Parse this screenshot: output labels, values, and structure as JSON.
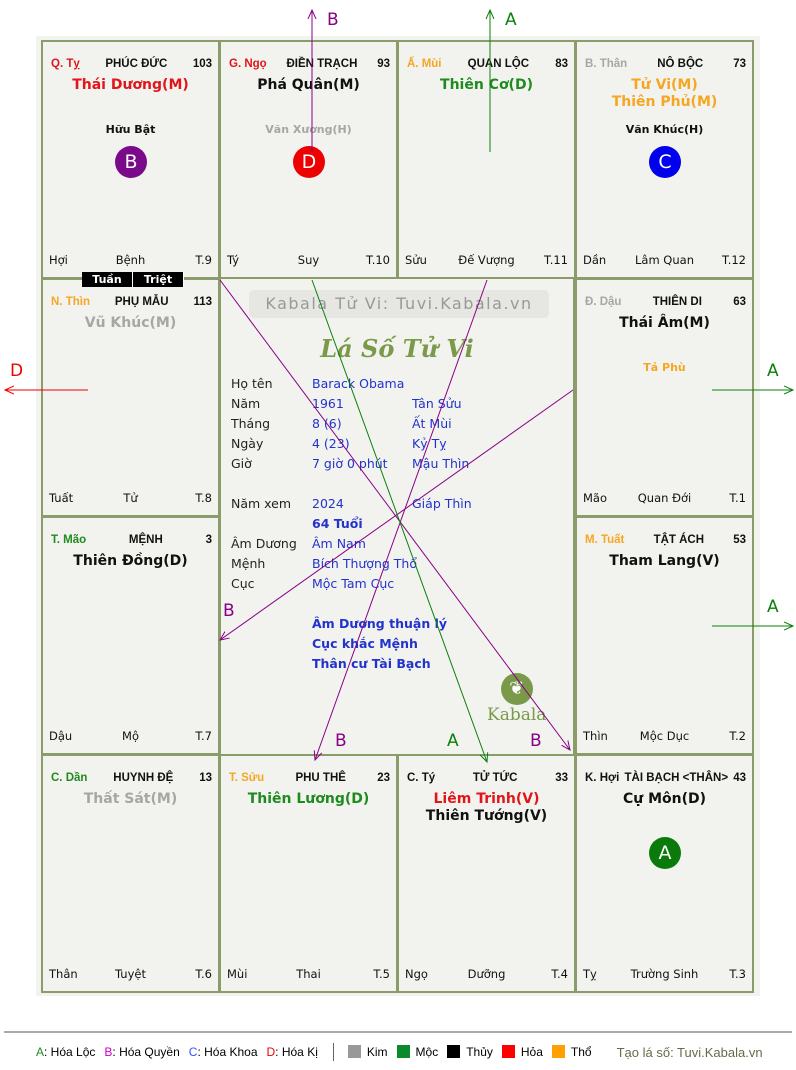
{
  "cells": [
    {
      "branch": "Q. Tỵ",
      "branch_color": "#e0161b",
      "palace": "PHÚC ĐỨC",
      "number": "103",
      "mains": [
        {
          "text": "Thái Dương(M)",
          "color": "#e0161b"
        }
      ],
      "minors": [
        {
          "text": "Hữu Bật",
          "color": "#111111"
        }
      ],
      "badge": {
        "letter": "B",
        "color": "#7a0a8a"
      },
      "bottom": [
        "Hợi",
        "Bệnh",
        "T.9"
      ]
    },
    {
      "branch": "G. Ngọ",
      "branch_color": "#e0161b",
      "palace": "ĐIỀN TRẠCH",
      "number": "93",
      "mains": [
        {
          "text": "Phá Quân(M)",
          "color": "#111111"
        }
      ],
      "minors": [
        {
          "text": "Văn Xương(H)",
          "color": "#a6a6a6"
        }
      ],
      "badge": {
        "letter": "D",
        "color": "#ee0000"
      },
      "bottom": [
        "Tý",
        "Suy",
        "T.10"
      ]
    },
    {
      "branch": "Ấ. Mùi",
      "branch_color": "#f5a623",
      "palace": "QUAN LỘC",
      "number": "83",
      "mains": [
        {
          "text": "Thiên Cơ(D)",
          "color": "#1f8a1f"
        }
      ],
      "minors": [],
      "badge": null,
      "bottom": [
        "Sửu",
        "Đế Vượng",
        "T.11"
      ]
    },
    {
      "branch": "B. Thân",
      "branch_color": "#a6a6a6",
      "palace": "NÔ BỘC",
      "number": "73",
      "mains": [
        {
          "text": "Tử Vi(M)",
          "color": "#f5a623"
        },
        {
          "text": "Thiên Phủ(M)",
          "color": "#f5a623"
        }
      ],
      "minors": [
        {
          "text": "Văn Khúc(H)",
          "color": "#111111"
        }
      ],
      "badge": {
        "letter": "C",
        "color": "#0000ee"
      },
      "bottom": [
        "Dần",
        "Lâm Quan",
        "T.12"
      ]
    },
    {
      "branch": "N. Thìn",
      "branch_color": "#f5a623",
      "palace": "PHỤ MẪU",
      "number": "113",
      "mains": [
        {
          "text": "Vũ Khúc(M)",
          "color": "#a6a6a6"
        }
      ],
      "minors": [],
      "badge": null,
      "bottom": [
        "Tuất",
        "Tử",
        "T.8"
      ]
    },
    {
      "branch": "Đ. Dậu",
      "branch_color": "#a6a6a6",
      "palace": "THIÊN DI",
      "number": "63",
      "mains": [
        {
          "text": "Thái Âm(M)",
          "color": "#111111"
        }
      ],
      "minors": [
        {
          "text": "Tả Phù",
          "color": "#f5a623"
        }
      ],
      "badge": null,
      "bottom": [
        "Mão",
        "Quan Đới",
        "T.1"
      ]
    },
    {
      "branch": "T. Mão",
      "branch_color": "#1f8a1f",
      "palace": "MỆNH",
      "number": "3",
      "mains": [
        {
          "text": "Thiên Đồng(D)",
          "color": "#111111"
        }
      ],
      "minors": [],
      "badge": null,
      "bottom": [
        "Dậu",
        "Mộ",
        "T.7"
      ]
    },
    {
      "branch": "M. Tuất",
      "branch_color": "#f5a623",
      "palace": "TẬT ÁCH",
      "number": "53",
      "mains": [
        {
          "text": "Tham Lang(V)",
          "color": "#111111"
        }
      ],
      "minors": [],
      "badge": null,
      "bottom": [
        "Thìn",
        "Mộc Dục",
        "T.2"
      ]
    },
    {
      "branch": "C. Dần",
      "branch_color": "#1f8a1f",
      "palace": "HUYNH ĐỆ",
      "number": "13",
      "mains": [
        {
          "text": "Thất Sát(M)",
          "color": "#a6a6a6"
        }
      ],
      "minors": [],
      "badge": null,
      "bottom": [
        "Thân",
        "Tuyệt",
        "T.6"
      ]
    },
    {
      "branch": "T. Sửu",
      "branch_color": "#f5a623",
      "palace": "PHU THÊ",
      "number": "23",
      "mains": [
        {
          "text": "Thiên Lương(D)",
          "color": "#1f8a1f"
        }
      ],
      "minors": [],
      "badge": null,
      "bottom": [
        "Mùi",
        "Thai",
        "T.5"
      ]
    },
    {
      "branch": "C. Tý",
      "branch_color": "#111111",
      "palace": "TỬ TỨC",
      "number": "33",
      "mains": [
        {
          "text": "Liêm Trinh(V)",
          "color": "#e0161b"
        },
        {
          "text": "Thiên Tướng(V)",
          "color": "#111111"
        }
      ],
      "minors": [],
      "badge": null,
      "bottom": [
        "Ngọ",
        "Dưỡng",
        "T.4"
      ]
    },
    {
      "branch": "K. Hợi",
      "branch_color": "#111111",
      "palace": "TÀI BẠCH <THÂN>",
      "number": "43",
      "mains": [
        {
          "text": "Cự Môn(D)",
          "color": "#111111"
        }
      ],
      "minors": [],
      "badge": {
        "letter": "A",
        "color": "#0a7a0a"
      },
      "bottom": [
        "Tỵ",
        "Trường Sinh",
        "T.3"
      ]
    }
  ],
  "tags": [
    "Tuần",
    "Triệt"
  ],
  "center": {
    "watermark": "Kabala Tử Vi: Tuvi.Kabala.vn",
    "title": "Lá Số Tử Vi",
    "rows": [
      {
        "k": "Họ tên",
        "v": "Barack Obama",
        "v2": ""
      },
      {
        "k": "Năm",
        "v": "1961",
        "v2": "Tân Sửu"
      },
      {
        "k": "Tháng",
        "v": "8  (6)",
        "v2": "Ất Mùi"
      },
      {
        "k": "Ngày",
        "v": "4  (23)",
        "v2": "Kỷ Tỵ"
      },
      {
        "k": "Giờ",
        "v": "7 giờ 0 phút",
        "v2": "Mậu Thìn"
      },
      {
        "k": "",
        "v": "",
        "v2": ""
      },
      {
        "k": "Năm xem",
        "v": "2024",
        "v2": "Giáp Thìn"
      },
      {
        "k": "",
        "v": "64 Tuổi",
        "v2": "",
        "bold": true
      },
      {
        "k": "Âm Dương",
        "v": "Âm Nam",
        "v2": ""
      },
      {
        "k": "Mệnh",
        "v": "Bích Thượng Thổ",
        "v2": ""
      },
      {
        "k": "Cục",
        "v": "Mộc Tam Cục",
        "v2": ""
      },
      {
        "k": "",
        "v": "",
        "v2": ""
      },
      {
        "k": "",
        "v": "Âm Dương thuận lý",
        "v2": "",
        "bold": true
      },
      {
        "k": "",
        "v": "Cục khắc Mệnh",
        "v2": "",
        "bold": true
      },
      {
        "k": "",
        "v": "Thân cư Tài Bạch",
        "v2": "",
        "bold": true
      }
    ],
    "logo_text": "Kabala"
  },
  "arrow_labels": {
    "top_b": "B",
    "top_a": "A",
    "left_d": "D",
    "right_a1": "A",
    "right_a2": "A",
    "diag_b1": "B",
    "diag_b2": "B",
    "diag_b3": "B",
    "diag_a": "A"
  },
  "legend": {
    "transforms": [
      {
        "key": "A",
        "label": ": Hóa Lộc",
        "color": "#1f8a1f"
      },
      {
        "key": "B",
        "label": ": Hóa Quyền",
        "color": "#cc00cc"
      },
      {
        "key": "C",
        "label": ": Hóa Khoa",
        "color": "#3355ff"
      },
      {
        "key": "D",
        "label": ": Hóa Kị",
        "color": "#ee0000"
      }
    ],
    "elements": [
      {
        "label": "Kim",
        "color": "#999999"
      },
      {
        "label": "Mộc",
        "color": "#0a8a2a"
      },
      {
        "label": "Thủy",
        "color": "#000000"
      },
      {
        "label": "Hỏa",
        "color": "#ff0000"
      },
      {
        "label": "Thổ",
        "color": "#ffa000"
      }
    ],
    "credit": "Tạo lá số: Tuvi.Kabala.vn"
  }
}
